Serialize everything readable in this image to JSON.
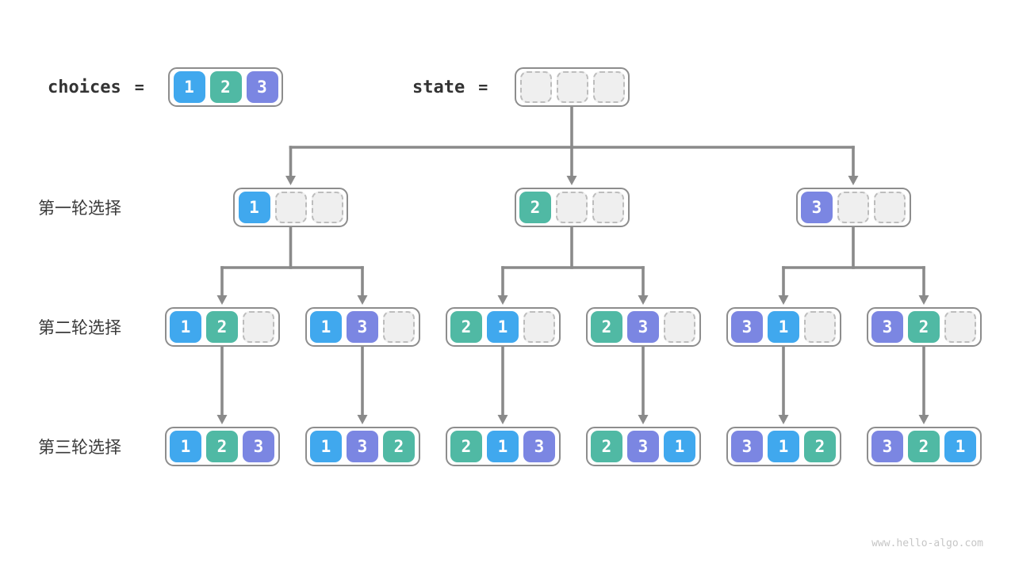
{
  "colors": {
    "v1": "#40a8ee",
    "v2": "#50b9a4",
    "v3": "#7b86e2",
    "empty_fill": "#efefef",
    "empty_border": "#bdbdbd",
    "box_border": "#8d8d8d",
    "connector": "#8a8a8a",
    "label_text": "#3a3a3a",
    "header_text": "#333333",
    "cell_text": "#ffffff",
    "watermark_text": "#c6c6c6"
  },
  "header": {
    "choices_label": "choices",
    "equals": "=",
    "choices": [
      1,
      2,
      3
    ],
    "state_label": "state",
    "state": [
      null,
      null,
      null
    ]
  },
  "rows": [
    {
      "label": "第一轮选择",
      "nodes": [
        [
          1,
          null,
          null
        ],
        [
          2,
          null,
          null
        ],
        [
          3,
          null,
          null
        ]
      ]
    },
    {
      "label": "第二轮选择",
      "nodes": [
        [
          1,
          2,
          null
        ],
        [
          1,
          3,
          null
        ],
        [
          2,
          1,
          null
        ],
        [
          2,
          3,
          null
        ],
        [
          3,
          1,
          null
        ],
        [
          3,
          2,
          null
        ]
      ]
    },
    {
      "label": "第三轮选择",
      "nodes": [
        [
          1,
          2,
          3
        ],
        [
          1,
          3,
          2
        ],
        [
          2,
          1,
          3
        ],
        [
          2,
          3,
          1
        ],
        [
          3,
          1,
          2
        ],
        [
          3,
          2,
          1
        ]
      ]
    }
  ],
  "footer": {
    "watermark": "www.hello-algo.com"
  }
}
